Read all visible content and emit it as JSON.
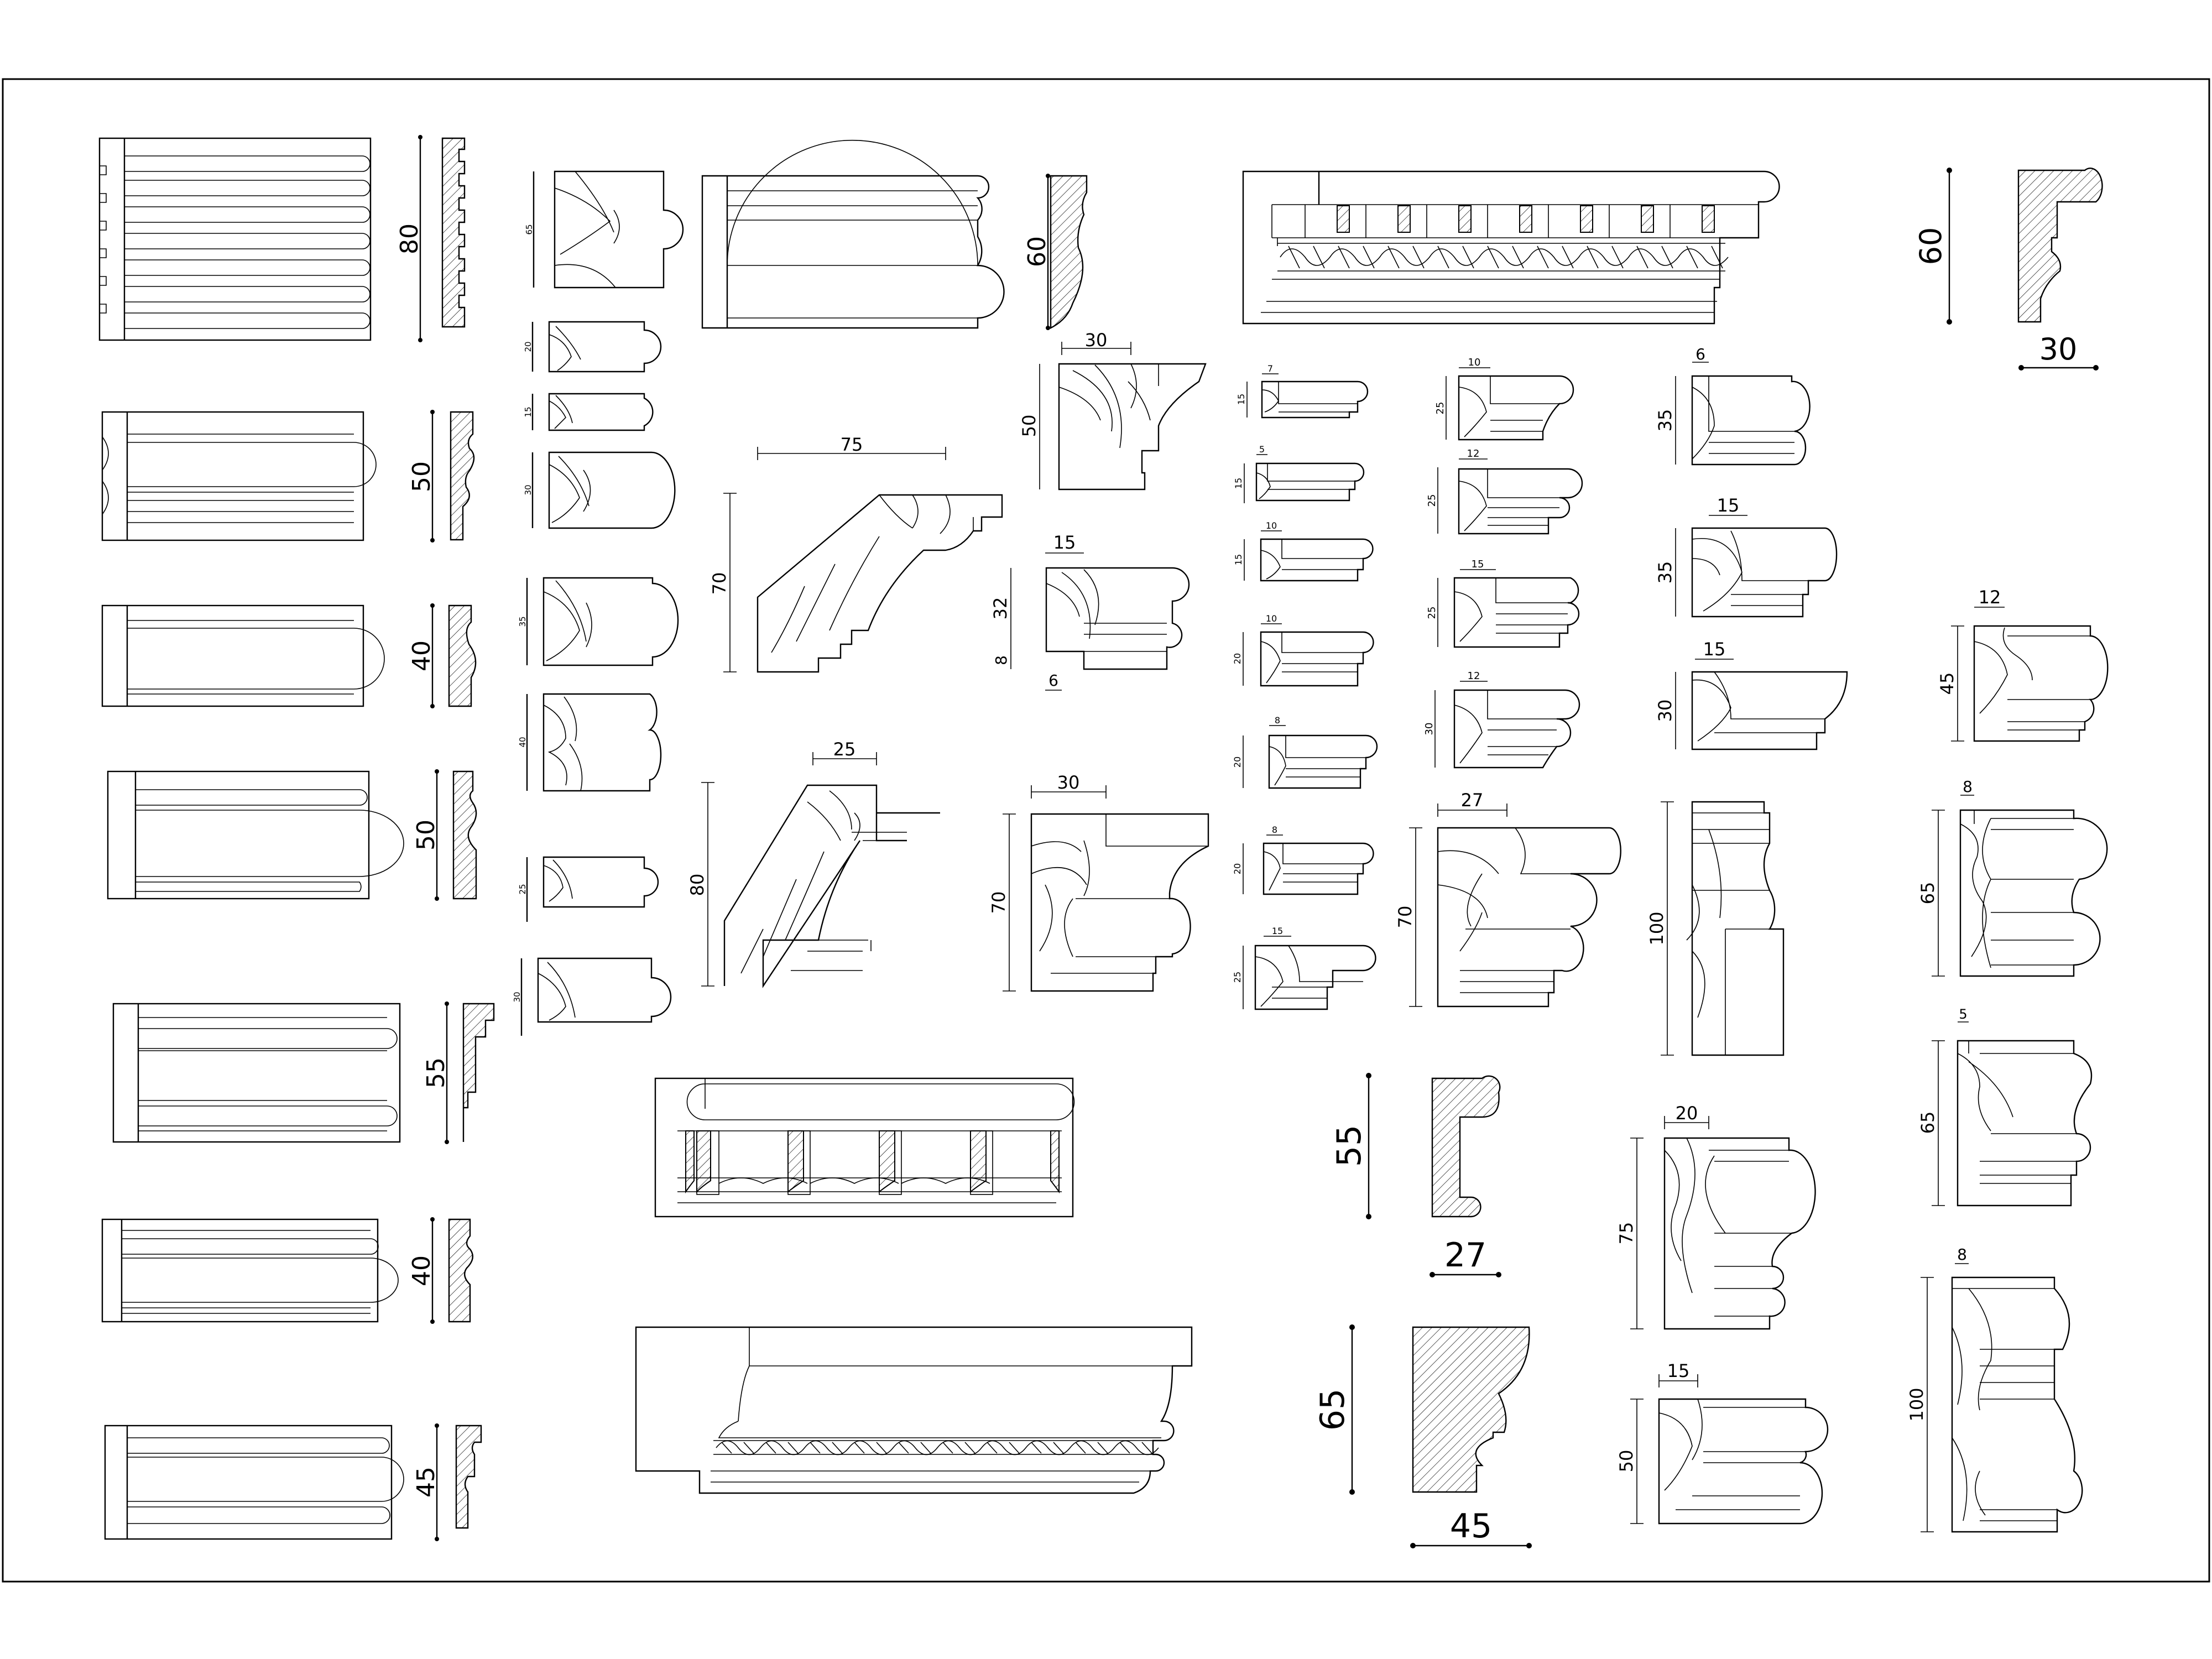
{
  "sheet": {
    "strips": [
      "80",
      "50",
      "40",
      "50",
      "55",
      "40",
      "45"
    ],
    "small_profiles": [
      "65",
      "20",
      "15",
      "30",
      "35",
      "40",
      "25",
      "30"
    ],
    "moulding_a": {
      "height": "60"
    },
    "crown_a": {
      "width": "75",
      "height": "70"
    },
    "crown_b": {
      "width": "25",
      "height": "80"
    },
    "panel_30x50": {
      "width": "30",
      "height": "50"
    },
    "panel_15": {
      "top": "15",
      "height": "32",
      "lower": "8",
      "bottom": "6"
    },
    "panel_30x70": {
      "width": "30",
      "height": "70"
    },
    "cornice": {
      "height": "60",
      "width": "30"
    },
    "col_a": [
      {
        "width": "7",
        "height": "15"
      },
      {
        "width": "5",
        "height": "15"
      },
      {
        "width": "10",
        "height": "15"
      },
      {
        "width": "10",
        "height": "20"
      },
      {
        "width": "8",
        "height": "20"
      },
      {
        "width": "8",
        "height": "20"
      },
      {
        "width": "15",
        "height": "25"
      }
    ],
    "col_b": [
      {
        "width": "10",
        "height": "25"
      },
      {
        "width": "12",
        "height": "25"
      },
      {
        "width": "15",
        "height": "25"
      },
      {
        "width": "12",
        "height": "30"
      }
    ],
    "big_27x70": {
      "width": "27",
      "height": "70"
    },
    "col_c": [
      {
        "width": "6",
        "height": "35"
      },
      {
        "width": "15",
        "height": "35"
      },
      {
        "width": "15",
        "height": "30"
      },
      {
        "height": "100"
      }
    ],
    "col_d": [
      {
        "width": "12",
        "height": "45"
      },
      {
        "width": "8",
        "height": "65"
      },
      {
        "width": "5",
        "height": "65"
      },
      {
        "width": "8",
        "height": "100"
      }
    ],
    "section_55": {
      "height": "55",
      "width": "27"
    },
    "section_65": {
      "height": "65",
      "width": "45"
    },
    "bottom_c": [
      {
        "width": "20",
        "height": "75"
      },
      {
        "width": "15",
        "height": "50"
      }
    ]
  }
}
